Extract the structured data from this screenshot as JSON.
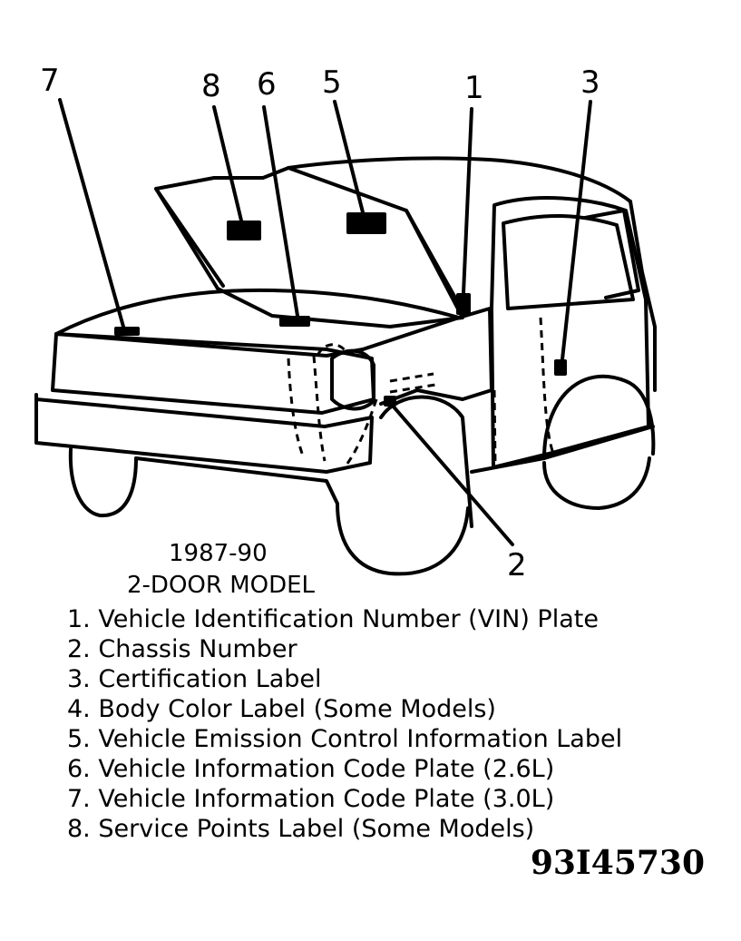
{
  "callouts": {
    "c1": "1",
    "c2": "2",
    "c3": "3",
    "c5": "5",
    "c6": "6",
    "c7": "7",
    "c8": "8"
  },
  "caption": {
    "years": "1987-90",
    "model": "2-DOOR MODEL"
  },
  "legend": [
    {
      "num": "1.",
      "text": "Vehicle Identification Number (VIN) Plate"
    },
    {
      "num": "2.",
      "text": "Chassis Number"
    },
    {
      "num": "3.",
      "text": "Certification Label"
    },
    {
      "num": "4.",
      "text": "Body Color Label (Some Models)"
    },
    {
      "num": "5.",
      "text": "Vehicle Emission Control Information Label"
    },
    {
      "num": "6.",
      "text": "Vehicle Information Code Plate (2.6L)"
    },
    {
      "num": "7.",
      "text": "Vehicle Information Code Plate (3.0L)"
    },
    {
      "num": "8.",
      "text": "Service Points Label (Some Models)"
    }
  ],
  "figure_code": "93I45730",
  "colors": {
    "ink": "#000000",
    "paper": "#ffffff"
  }
}
